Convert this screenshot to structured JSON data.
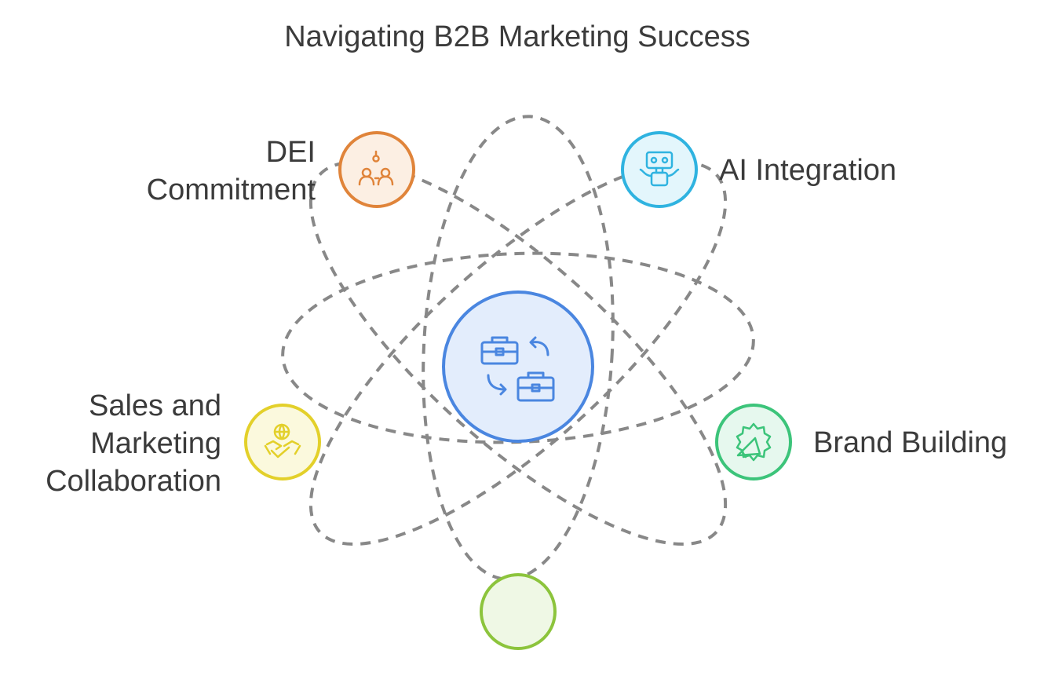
{
  "title": "Navigating B2B Marketing Success",
  "center": {
    "icon": "briefcase-exchange-icon",
    "fill": "#e3edfc",
    "stroke": "#4a86e0"
  },
  "nodes": [
    {
      "id": "dei",
      "lines": [
        "DEI",
        "Commitment"
      ],
      "icon": "diverse-people-icon",
      "fill": "#fcefe3",
      "stroke": "#e0843a"
    },
    {
      "id": "ai",
      "lines": [
        "AI Integration"
      ],
      "icon": "robot-icon",
      "fill": "#e3f6fc",
      "stroke": "#2fb3e0"
    },
    {
      "id": "brand",
      "lines": [
        "Brand Building"
      ],
      "icon": "megaphone-badge-icon",
      "fill": "#e6f8ee",
      "stroke": "#3cc47a"
    },
    {
      "id": "sales",
      "lines": [
        "Sales and",
        "Marketing",
        "Collaboration"
      ],
      "icon": "handshake-globe-icon",
      "fill": "#fbf9dd",
      "stroke": "#e3d02a"
    },
    {
      "id": "bottom",
      "lines": [],
      "icon": "",
      "fill": "#eff8e5",
      "stroke": "#8cc43c"
    }
  ],
  "orbit_color": "#888888"
}
